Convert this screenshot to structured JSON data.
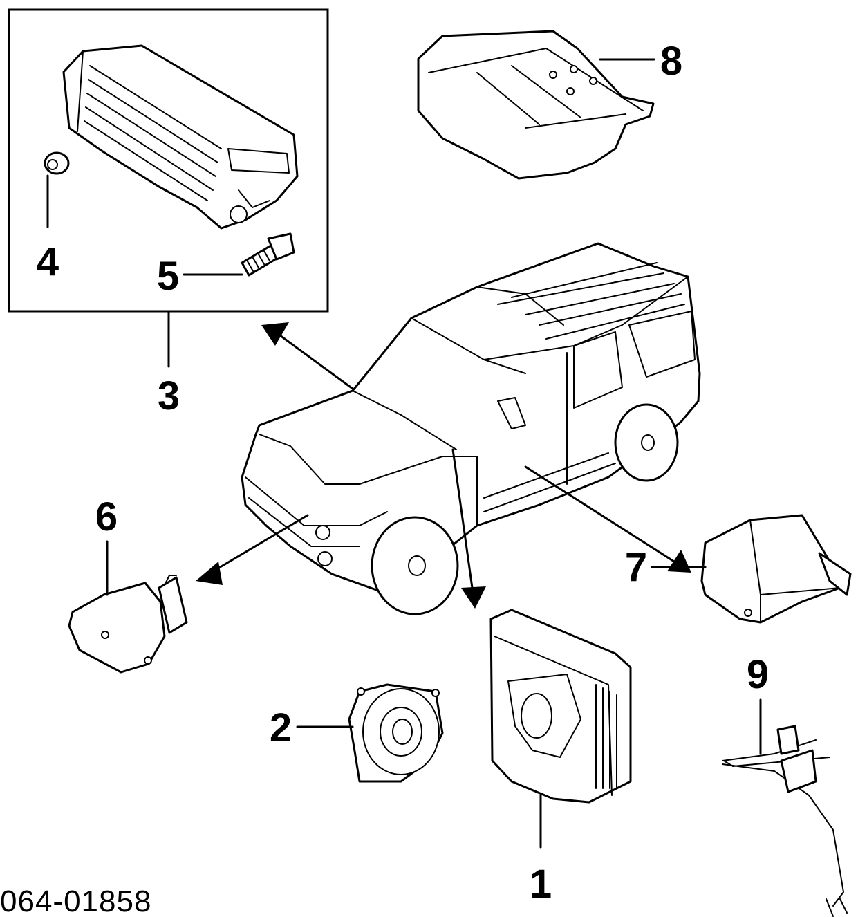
{
  "diagram": {
    "ref_number": "064-01858",
    "callouts": [
      {
        "id": "1",
        "label": "1"
      },
      {
        "id": "2",
        "label": "2"
      },
      {
        "id": "3",
        "label": "3"
      },
      {
        "id": "4",
        "label": "4"
      },
      {
        "id": "5",
        "label": "5"
      },
      {
        "id": "6",
        "label": "6"
      },
      {
        "id": "7",
        "label": "7"
      },
      {
        "id": "8",
        "label": "8"
      },
      {
        "id": "9",
        "label": "9"
      }
    ]
  }
}
